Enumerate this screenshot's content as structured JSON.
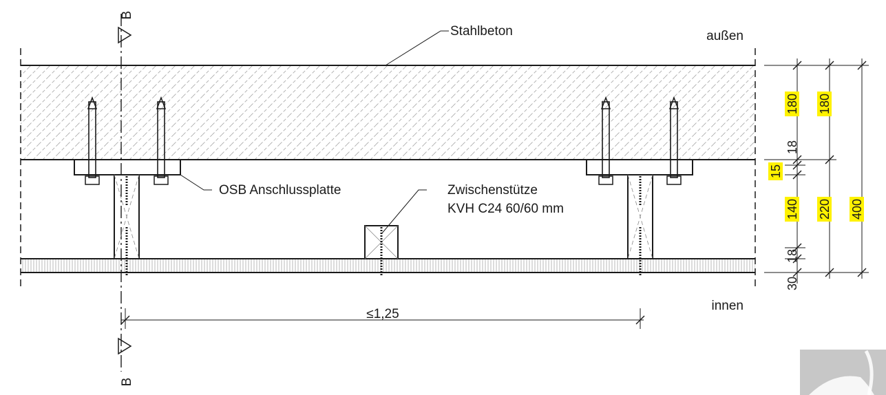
{
  "labels": {
    "concrete": "Stahlbeton",
    "outside": "außen",
    "inside": "innen",
    "osb_plate": "OSB Anschlussplatte",
    "intermediate_support_line1": "Zwischenstütze",
    "intermediate_support_line2": "KVH C24 60/60 mm",
    "span": "≤1,25",
    "section_mark": "B"
  },
  "dimensions": {
    "col1": {
      "concrete": "180",
      "gap": "18",
      "osb": "15",
      "batten": "140",
      "cladding_gap": "18",
      "cladding": "30"
    },
    "col2": {
      "concrete": "180",
      "substructure": "220"
    },
    "col3": {
      "total": "400"
    }
  },
  "colors": {
    "highlight": "#fff200",
    "line": "#1a1a1a",
    "hatch": "#9a9a9a"
  },
  "icons": {
    "corner_logo": "logo-mark"
  }
}
